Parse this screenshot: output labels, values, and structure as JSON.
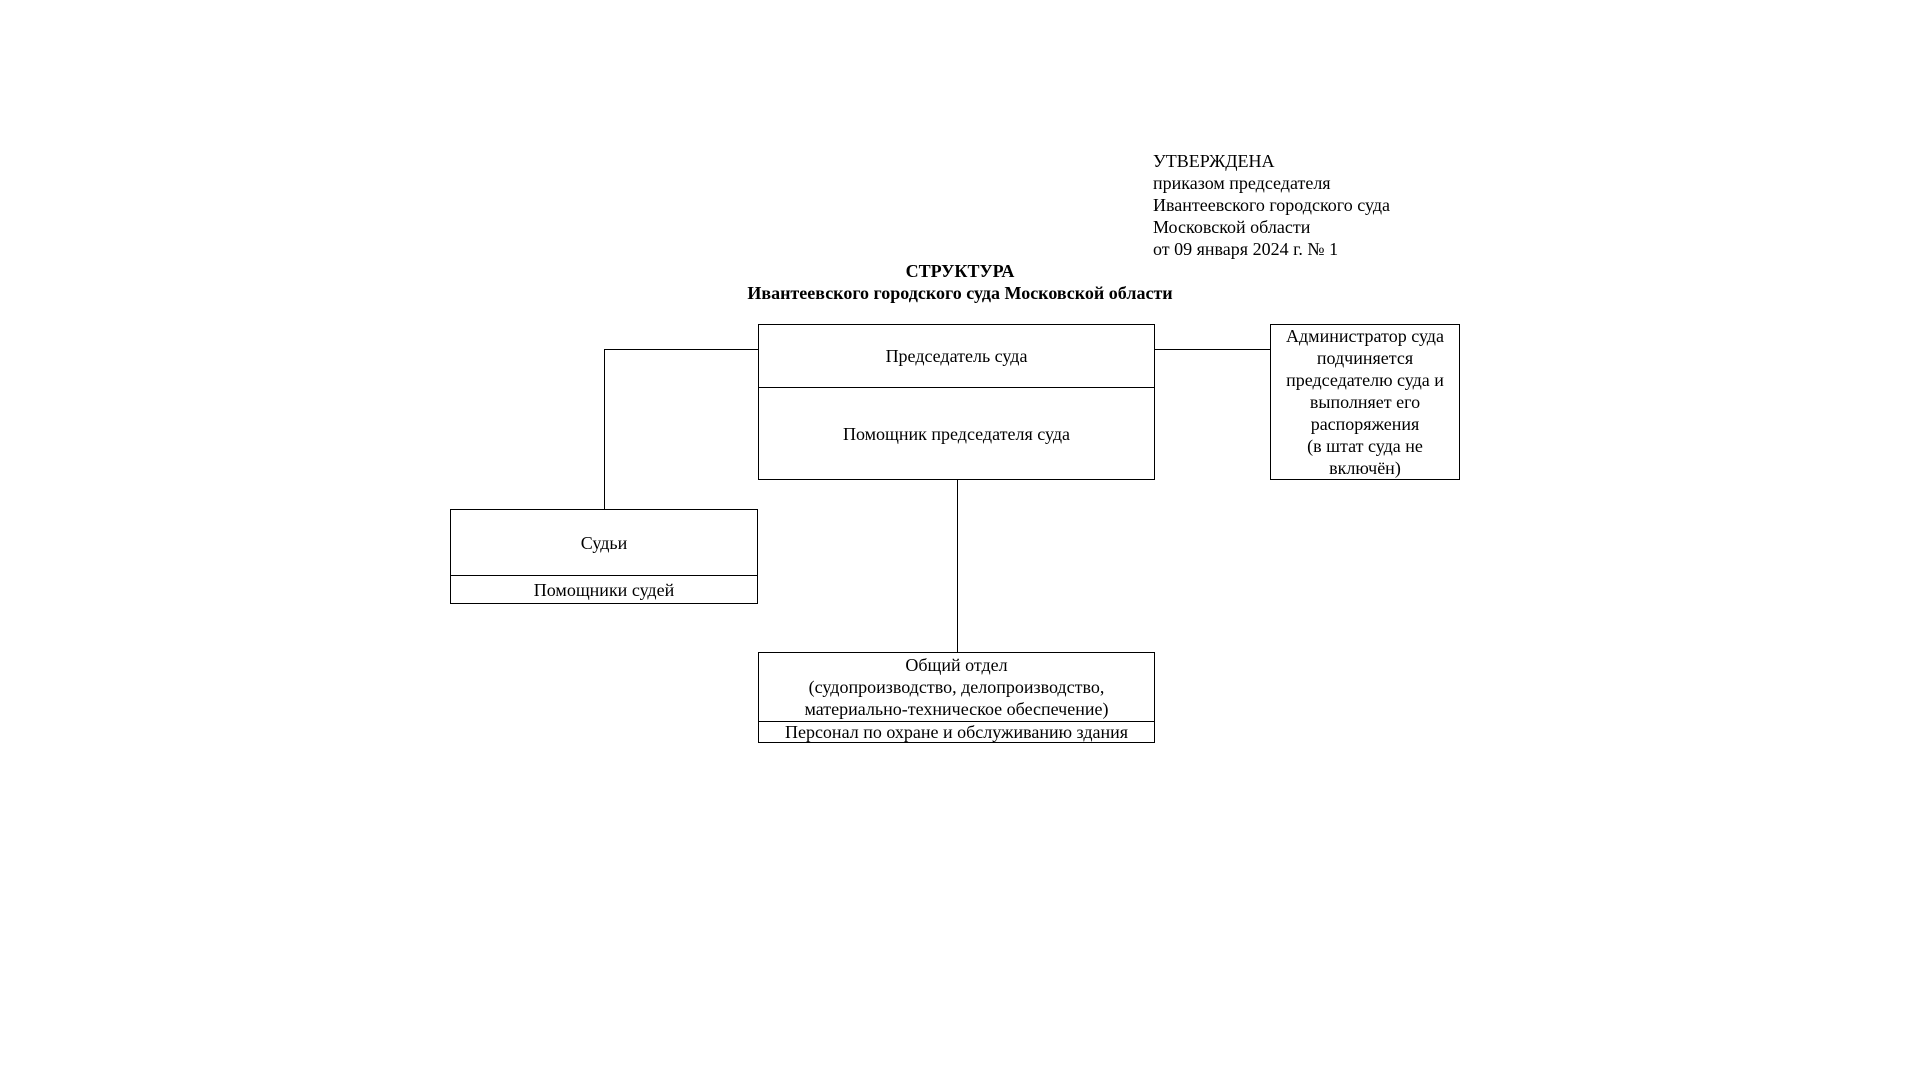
{
  "approval": {
    "lines": [
      "УТВЕРЖДЕНА",
      "приказом председателя",
      "Ивантеевского городского суда",
      "Московской области",
      "от 09 января 2024 г. № 1"
    ]
  },
  "title": {
    "line1": "СТРУКТУРА",
    "line2": "Ивантеевского городского суда Московской области"
  },
  "chairman_box": {
    "chairman": "Председатель суда",
    "assistant": "Помощник председателя суда"
  },
  "administrator_box": {
    "lines": [
      "Администратор суда",
      "подчиняется",
      "председателю суда и",
      "выполняет его",
      "распоряжения",
      "(в штат суда не",
      "включён)"
    ]
  },
  "judges_box": {
    "judges": "Судьи",
    "assistants": "Помощники судей"
  },
  "general_dept_box": {
    "lines": [
      "Общий отдел",
      "(судопроизводство, делопроизводство,",
      "материально-техническое обеспечение)"
    ],
    "staff": "Персонал по охране и обслуживанию здания"
  }
}
